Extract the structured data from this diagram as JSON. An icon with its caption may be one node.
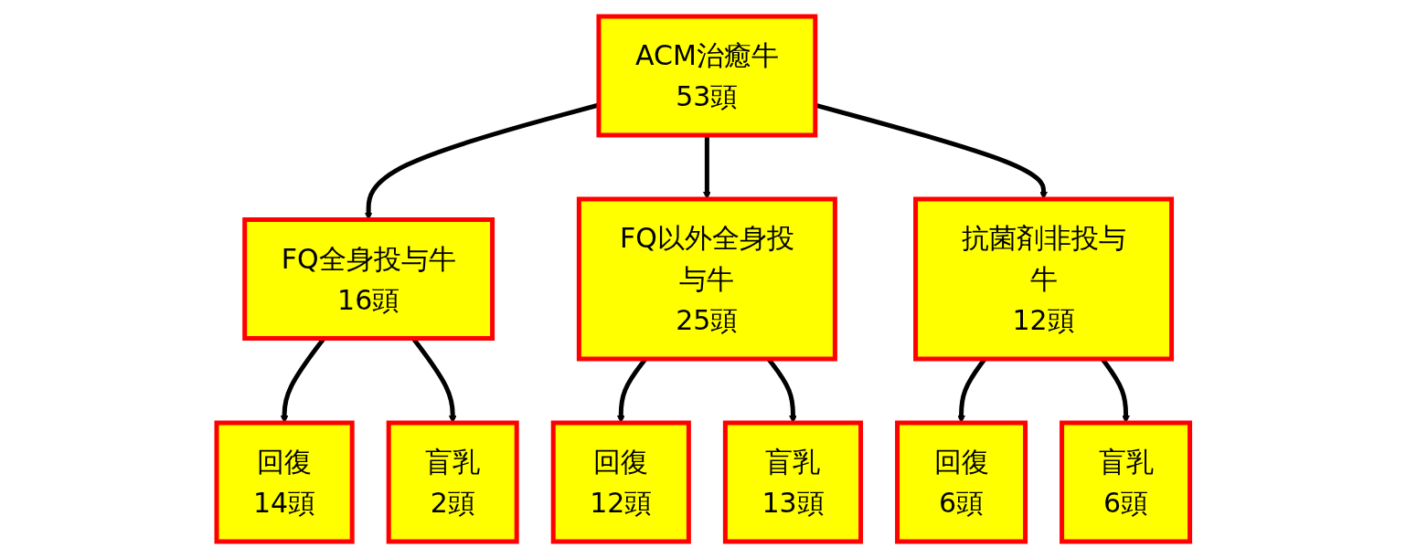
{
  "diagram": {
    "nodes": [
      {
        "text": [
          "ACM治癒牛",
          "53頭"
        ]
      },
      {
        "text": [
          "FQ全身投与牛",
          "16頭"
        ]
      },
      {
        "text": [
          "FQ以外全身投与牛",
          "25頭"
        ]
      },
      {
        "text": [
          "抗菌剤非投与牛",
          "12頭"
        ]
      },
      {
        "text": [
          "回復",
          "14頭"
        ]
      },
      {
        "text": [
          "盲乳",
          "2頭"
        ]
      },
      {
        "text": [
          "回復",
          "12頭"
        ]
      },
      {
        "text": [
          "盲乳",
          "13頭"
        ]
      },
      {
        "text": [
          "回復",
          "6頭"
        ]
      },
      {
        "text": [
          "盲乳",
          "6頭"
        ]
      }
    ],
    "edges": [
      {
        "from": 0,
        "to": 1,
        "arrow": "to"
      },
      {
        "from": 0,
        "to": 2,
        "arrow": "to"
      },
      {
        "from": 0,
        "to": 3,
        "arrow": "to"
      },
      {
        "from": 1,
        "to": 4,
        "arrow": "to"
      },
      {
        "from": 1,
        "to": 5,
        "arrow": "to"
      },
      {
        "from": 2,
        "to": 6,
        "arrow": "to"
      },
      {
        "from": 2,
        "to": 7,
        "arrow": "to"
      },
      {
        "from": 3,
        "to": 8,
        "arrow": "to"
      },
      {
        "from": 3,
        "to": 9,
        "arrow": "to"
      }
    ]
  }
}
